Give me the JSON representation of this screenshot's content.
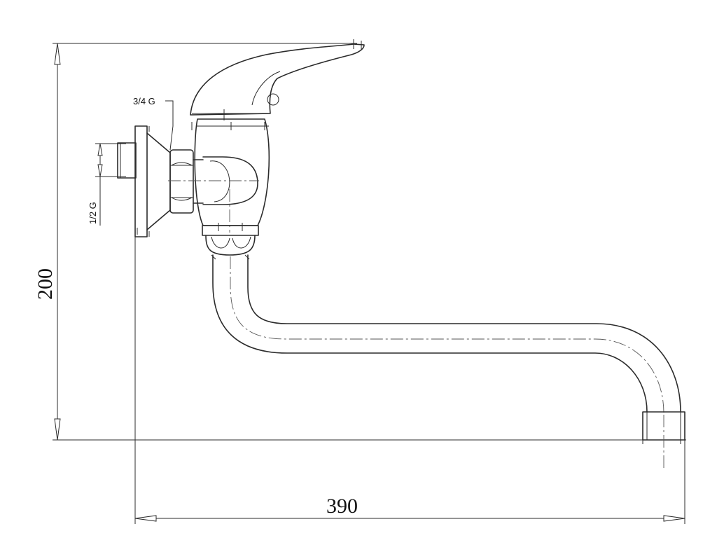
{
  "dimensions": {
    "height": "200",
    "length": "390",
    "inlet_thread": "1/2 G",
    "nut_thread": "3/4 G"
  }
}
